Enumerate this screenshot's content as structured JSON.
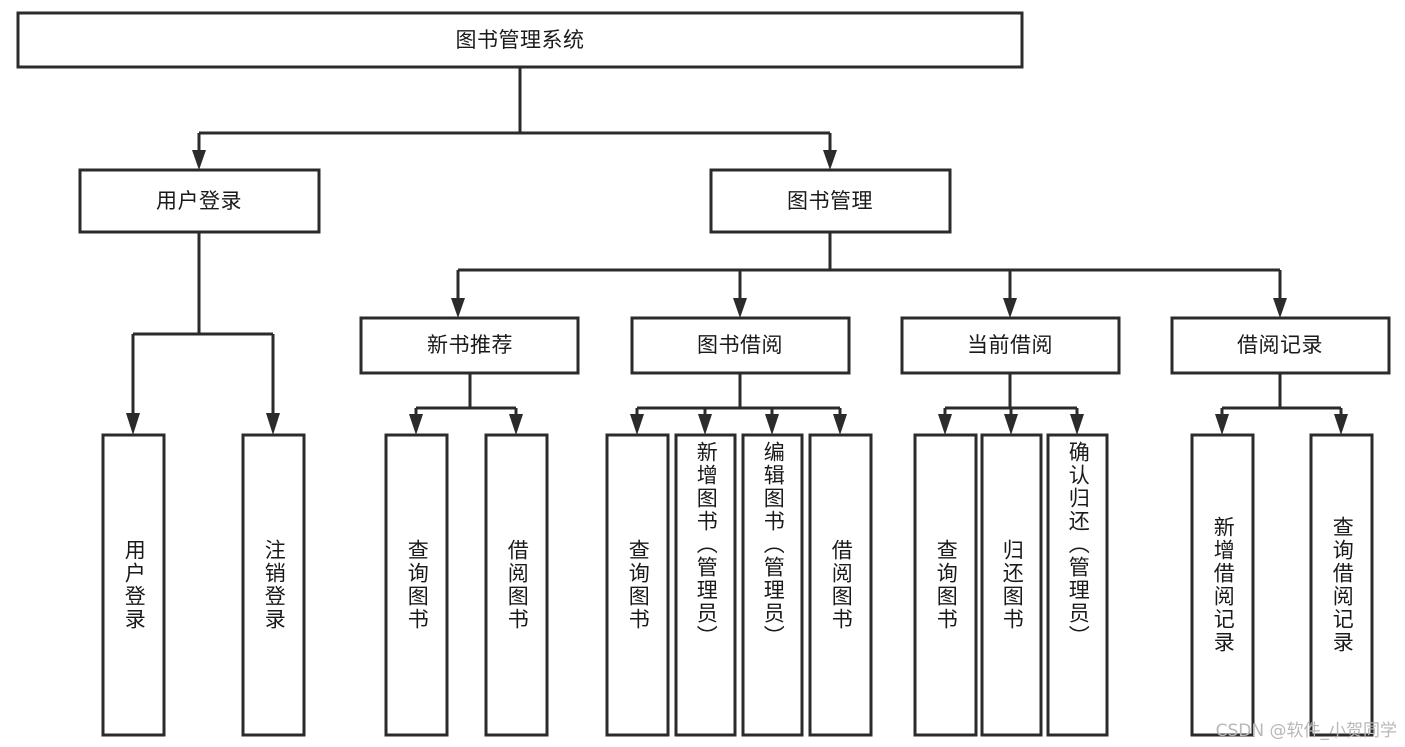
{
  "diagram": {
    "type": "tree",
    "title": "图书管理系统",
    "root": {
      "id": "root",
      "label": "图书管理系统",
      "orientation": "horizontal"
    },
    "level1": [
      {
        "id": "user-login",
        "label": "用户登录",
        "orientation": "horizontal"
      },
      {
        "id": "book-management",
        "label": "图书管理",
        "orientation": "horizontal"
      }
    ],
    "level2": [
      {
        "id": "new-book-recommend",
        "label": "新书推荐",
        "parent": "book-management",
        "orientation": "horizontal"
      },
      {
        "id": "book-borrow",
        "label": "图书借阅",
        "parent": "book-management",
        "orientation": "horizontal"
      },
      {
        "id": "current-borrow",
        "label": "当前借阅",
        "parent": "book-management",
        "orientation": "horizontal"
      },
      {
        "id": "borrow-record",
        "label": "借阅记录",
        "parent": "book-management",
        "orientation": "horizontal"
      }
    ],
    "leaves": [
      {
        "id": "leaf-user-login",
        "label": "用户登录",
        "parent": "user-login",
        "orientation": "vertical"
      },
      {
        "id": "leaf-logout",
        "label": "注销登录",
        "parent": "user-login",
        "orientation": "vertical"
      },
      {
        "id": "leaf-query-book-1",
        "label": "查询图书",
        "parent": "new-book-recommend",
        "orientation": "vertical"
      },
      {
        "id": "leaf-borrow-book-1",
        "label": "借阅图书",
        "parent": "new-book-recommend",
        "orientation": "vertical"
      },
      {
        "id": "leaf-query-book-2",
        "label": "查询图书",
        "parent": "book-borrow",
        "orientation": "vertical"
      },
      {
        "id": "leaf-add-book",
        "label": "新增图书（管理员）",
        "parent": "book-borrow",
        "orientation": "vertical"
      },
      {
        "id": "leaf-edit-book",
        "label": "编辑图书（管理员）",
        "parent": "book-borrow",
        "orientation": "vertical"
      },
      {
        "id": "leaf-borrow-book-2",
        "label": "借阅图书",
        "parent": "book-borrow",
        "orientation": "vertical"
      },
      {
        "id": "leaf-query-book-3",
        "label": "查询图书",
        "parent": "current-borrow",
        "orientation": "vertical"
      },
      {
        "id": "leaf-return-book",
        "label": "归还图书",
        "parent": "current-borrow",
        "orientation": "vertical"
      },
      {
        "id": "leaf-confirm-return",
        "label": "确认归还（管理员）",
        "parent": "current-borrow",
        "orientation": "vertical"
      },
      {
        "id": "leaf-add-record",
        "label": "新增借阅记录",
        "parent": "borrow-record",
        "orientation": "vertical"
      },
      {
        "id": "leaf-query-record",
        "label": "查询借阅记录",
        "parent": "borrow-record",
        "orientation": "vertical"
      }
    ],
    "colors": {
      "box_stroke": "#2b2b2b",
      "box_fill": "#ffffff",
      "text": "#1a1a1a",
      "background": "#ffffff",
      "watermark": "#b8b8b8"
    }
  },
  "watermark": {
    "text": "CSDN @软件_小贺同学"
  }
}
